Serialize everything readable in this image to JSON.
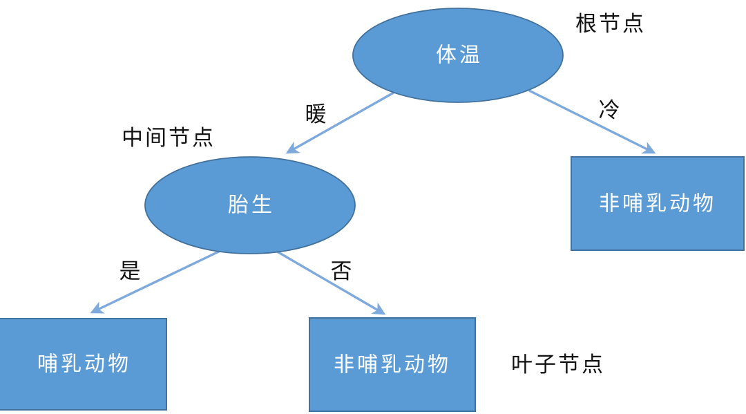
{
  "colors": {
    "background": "#ffffff",
    "node-fill": "#5b9bd5",
    "node-border": "#41719c",
    "arrow-color": "#7ea9dd",
    "node-text": "#ffffff",
    "label-text": "#121212"
  },
  "nodes": {
    "root": {
      "label": "体温",
      "shape": "ellipse"
    },
    "internal": {
      "label": "胎生",
      "shape": "ellipse"
    },
    "leaf_mammal": {
      "label": "哺乳动物",
      "shape": "rect"
    },
    "leaf_non_mammal": {
      "label": "非哺乳动物",
      "shape": "rect"
    },
    "leaf_non_mammal_right": {
      "label": "非哺乳动物",
      "shape": "rect"
    }
  },
  "edges": {
    "warm": {
      "label": "暖",
      "from": "root",
      "to": "internal"
    },
    "cold": {
      "label": "冷",
      "from": "root",
      "to": "leaf_non_mammal_right"
    },
    "yes": {
      "label": "是",
      "from": "internal",
      "to": "leaf_mammal"
    },
    "no": {
      "label": "否",
      "from": "internal",
      "to": "leaf_non_mammal"
    }
  },
  "annotations": {
    "root_note": "根节点",
    "internal_note": "中间节点",
    "leaf_note": "叶子节点"
  }
}
